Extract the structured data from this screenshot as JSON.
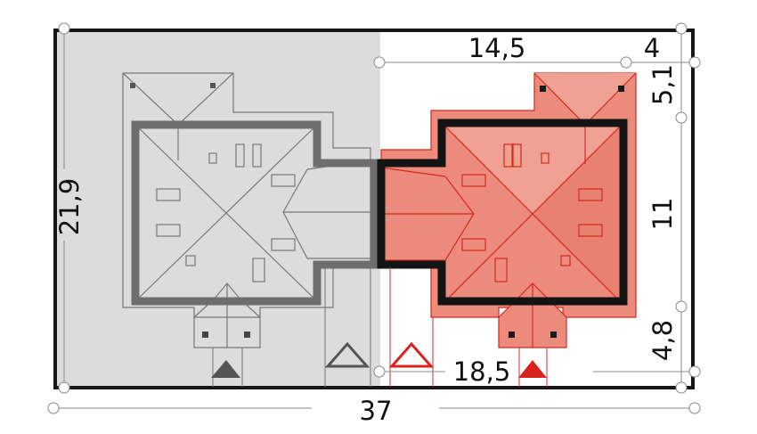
{
  "dimensions": {
    "plot_depth": "21,9",
    "plot_width": "37",
    "house_width": "14,5",
    "side_setback": "4",
    "rear_setback": "5,1",
    "house_depth": "11",
    "front_setback": "4,8",
    "neighbor_distance": "18,5"
  },
  "colors": {
    "neighbor_area": "#dcdcdc",
    "house_fill": "#ec8b7c",
    "house_fill_light": "#f1a193",
    "house_line": "#d42a1f",
    "neighbor_wall": "#6e6e6e",
    "house_wall": "#141414",
    "entrance_marker": "#d9231d",
    "neighbor_marker": "#555555"
  }
}
